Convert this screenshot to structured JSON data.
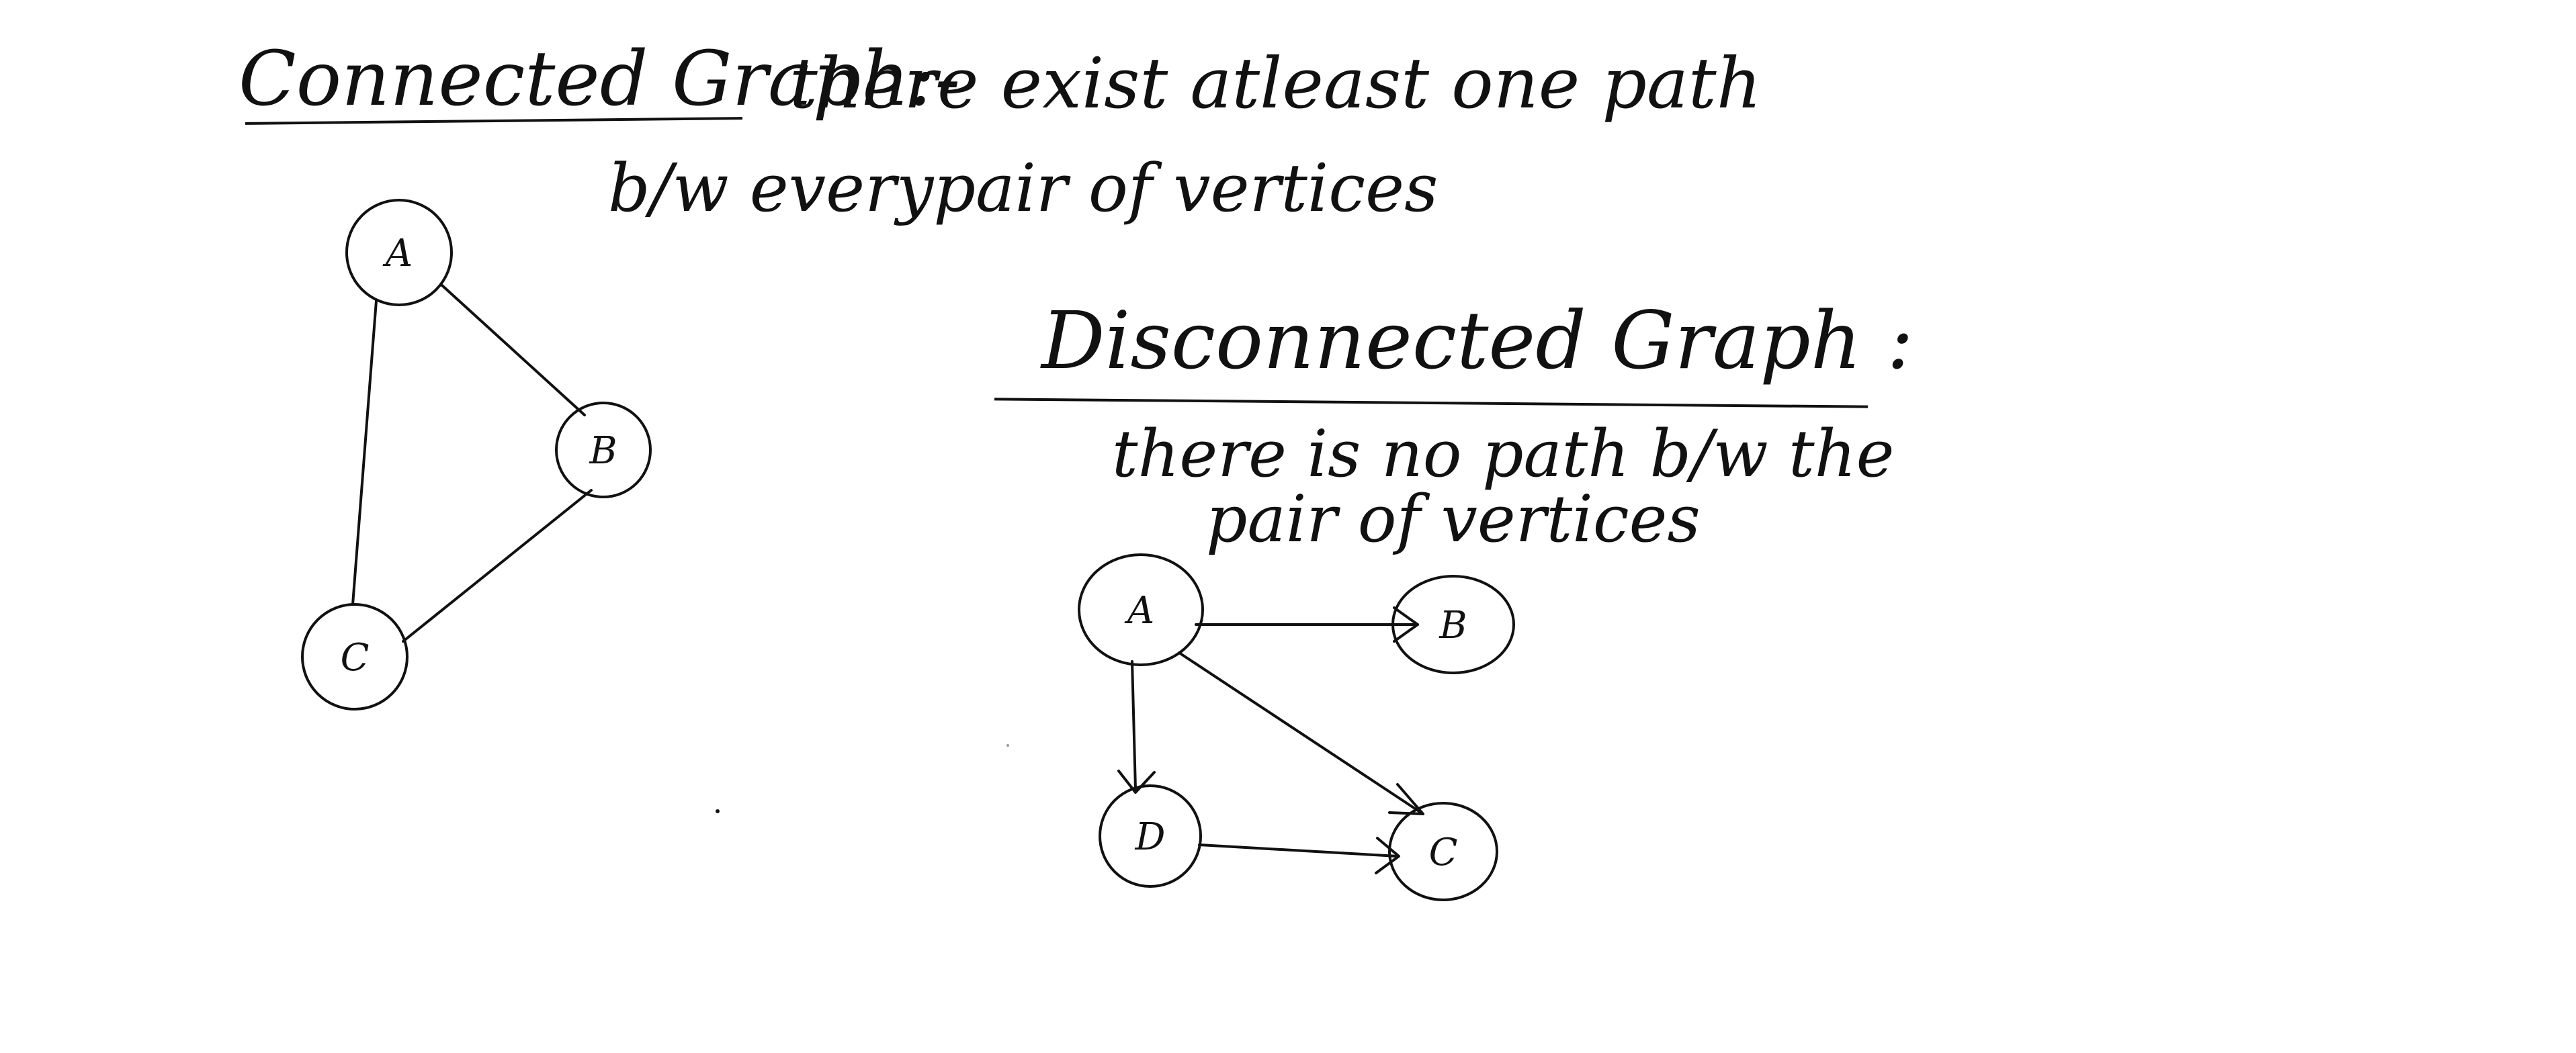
{
  "connected": {
    "title": "Connected Graph:-",
    "definition_line1": "there exist atleast one path",
    "definition_line2": "b/w everypair of vertices",
    "nodes": [
      {
        "id": "A",
        "label": "A"
      },
      {
        "id": "B",
        "label": "B"
      },
      {
        "id": "C",
        "label": "C"
      }
    ],
    "edges": [
      {
        "from": "A",
        "to": "B",
        "directed": false
      },
      {
        "from": "B",
        "to": "C",
        "directed": false
      },
      {
        "from": "A",
        "to": "C",
        "directed": false
      }
    ]
  },
  "disconnected": {
    "title": "Disconnected Graph :",
    "definition_line1": "there is no path b/w the",
    "definition_line2": "pair of vertices",
    "nodes": [
      {
        "id": "A",
        "label": "A"
      },
      {
        "id": "B",
        "label": "B"
      },
      {
        "id": "D",
        "label": "D"
      },
      {
        "id": "C",
        "label": "C"
      }
    ],
    "edges": [
      {
        "from": "A",
        "to": "B",
        "directed": true
      },
      {
        "from": "A",
        "to": "D",
        "directed": true
      },
      {
        "from": "A",
        "to": "C",
        "directed": true
      },
      {
        "from": "D",
        "to": "C",
        "directed": true
      }
    ]
  },
  "colors": {
    "ink": "#111111",
    "background": "#ffffff"
  }
}
